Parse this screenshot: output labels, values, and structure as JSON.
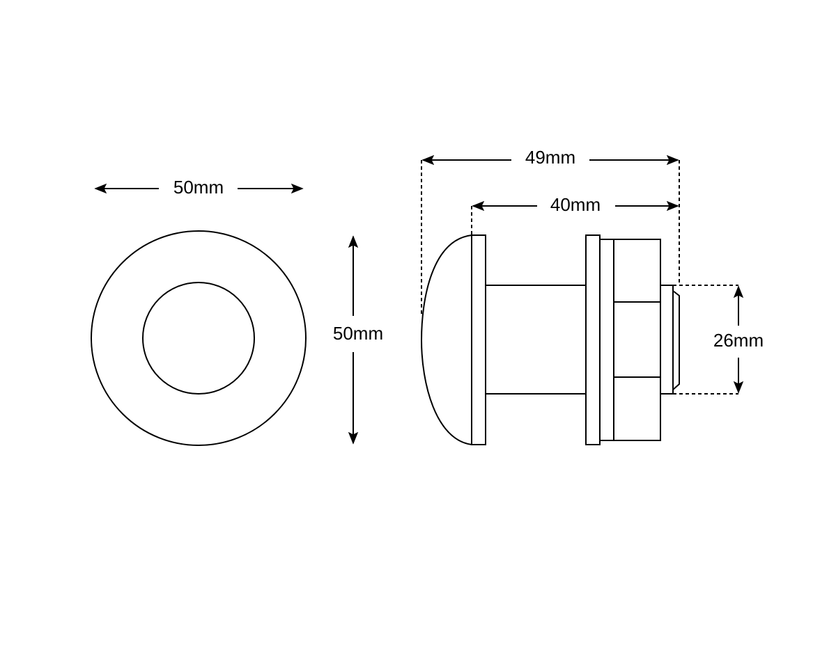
{
  "front_view": {
    "width_label": "50mm",
    "height_label": "50mm"
  },
  "side_view": {
    "overall_length_label": "49mm",
    "body_length_label": "40mm",
    "tip_diameter_label": "26mm"
  },
  "colors": {
    "line": "#000000",
    "background": "#ffffff"
  }
}
